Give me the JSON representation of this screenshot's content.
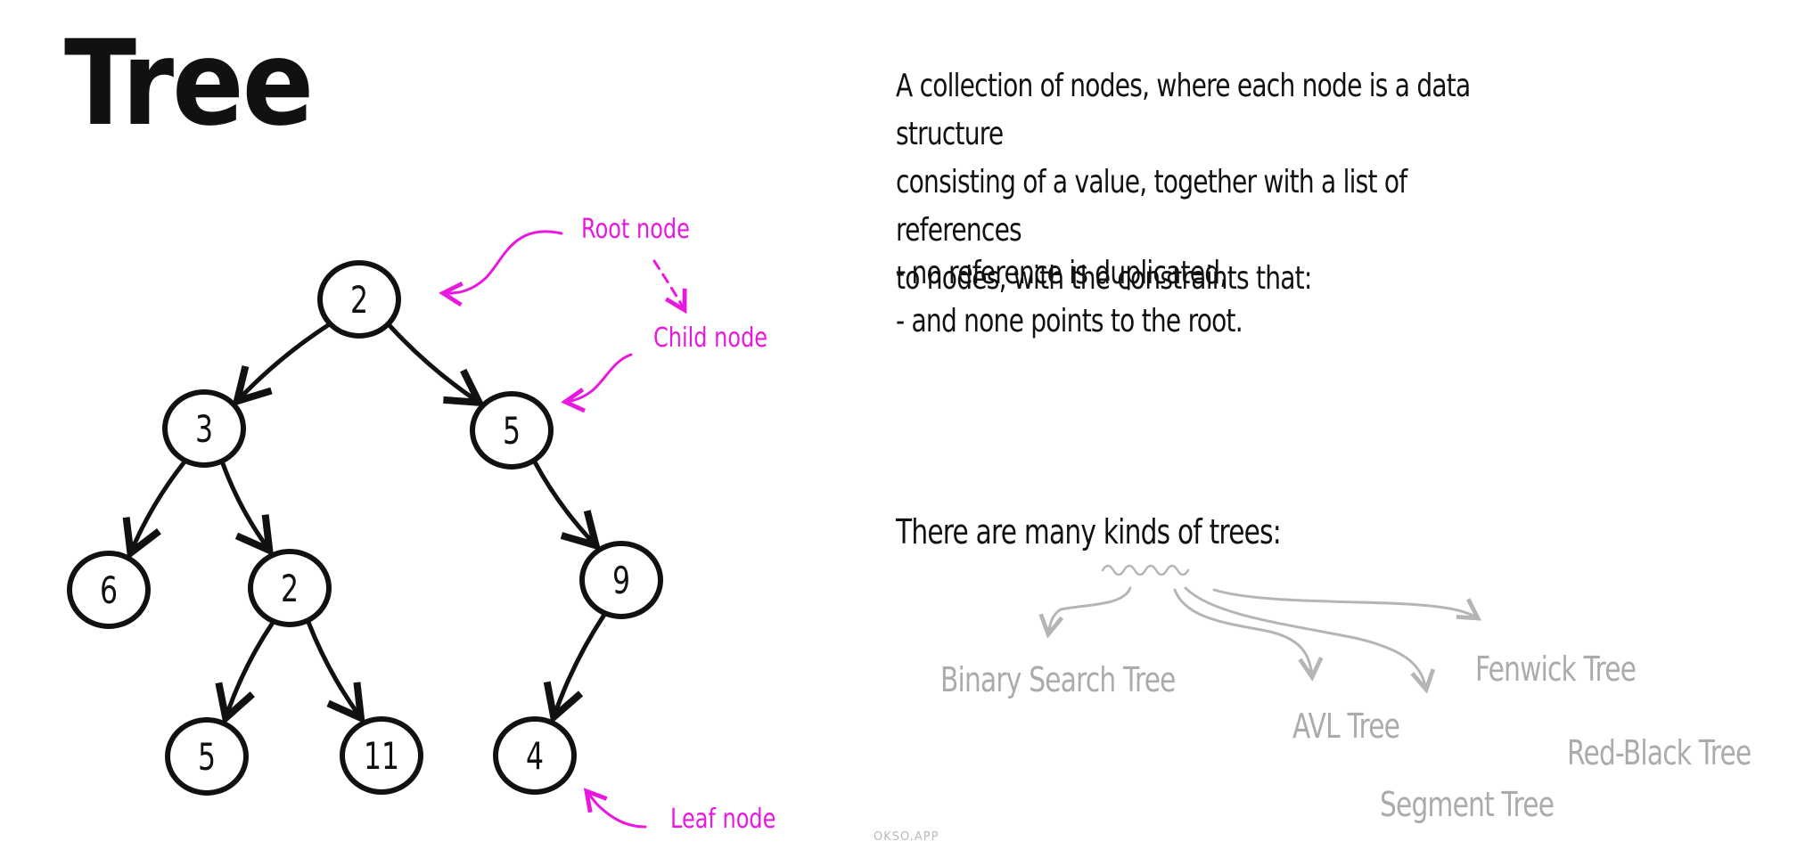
{
  "title": "Tree",
  "description": {
    "lines": [
      "A collection of nodes, where each node is a data structure",
      "consisting of a value, together with a list of references",
      "to nodes, with the constraints that:"
    ]
  },
  "constraints": [
    "- no reference is duplicated,",
    "- and none points to the root."
  ],
  "kinds_heading": "There are many kinds of trees:",
  "kinds": [
    "Binary Search Tree",
    "AVL Tree",
    "Segment Tree",
    "Fenwick Tree",
    "Red-Black Tree"
  ],
  "annotations": {
    "root": "Root node",
    "child": "Child node",
    "leaf": "Leaf node"
  },
  "tree": {
    "nodes": [
      {
        "id": "n0",
        "value": "2"
      },
      {
        "id": "n1",
        "value": "3"
      },
      {
        "id": "n2",
        "value": "5"
      },
      {
        "id": "n3",
        "value": "6"
      },
      {
        "id": "n4",
        "value": "2"
      },
      {
        "id": "n5",
        "value": "9"
      },
      {
        "id": "n6",
        "value": "5"
      },
      {
        "id": "n7",
        "value": "11"
      },
      {
        "id": "n8",
        "value": "4"
      }
    ],
    "edges": [
      [
        "n0",
        "n1"
      ],
      [
        "n0",
        "n2"
      ],
      [
        "n1",
        "n3"
      ],
      [
        "n1",
        "n4"
      ],
      [
        "n2",
        "n5"
      ],
      [
        "n4",
        "n6"
      ],
      [
        "n4",
        "n7"
      ],
      [
        "n5",
        "n8"
      ]
    ]
  },
  "credit": "OKSO.APP",
  "colors": {
    "ink": "#111111",
    "annotation": "#e818e0",
    "muted": "#ababab"
  }
}
